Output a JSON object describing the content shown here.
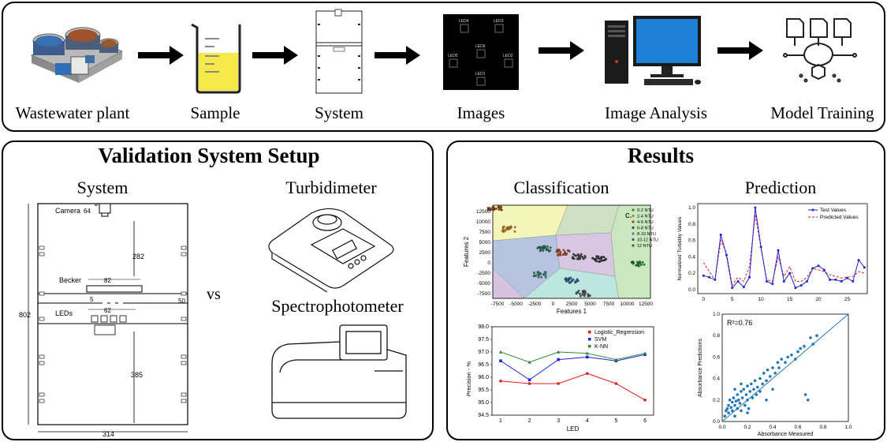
{
  "workflow": {
    "steps": [
      {
        "label": "Wastewater plant"
      },
      {
        "label": "Sample"
      },
      {
        "label": "System"
      },
      {
        "label": "Images"
      },
      {
        "label": "Image Analysis"
      },
      {
        "label": "Model Training"
      }
    ],
    "images_leds": [
      "LED4",
      "LED3",
      "LED6",
      "LED5",
      "LED2",
      "LED1"
    ]
  },
  "validation": {
    "title": "Validation System Setup",
    "system_label": "System",
    "turbidimeter_label": "Turbidimeter",
    "spectro_label": "Spectrophotometer",
    "vs": "vs",
    "dims": {
      "camera": "Camera",
      "camera_dim": "64",
      "upper_gap": "282",
      "becker": "Becker",
      "becker_dim": "82",
      "slot": "5",
      "side": "50",
      "leds": "LEDs",
      "leds_dim": "62",
      "lower_gap": "385",
      "height": "802",
      "width": "314"
    }
  },
  "results": {
    "title": "Results",
    "classification_label": "Classification",
    "prediction_label": "Prediction",
    "scatter": {
      "xlabel": "Features 1",
      "ylabel": "Features 2",
      "panel_letter": "c.",
      "xticks": [
        "-7500",
        "-5000",
        "-2500",
        "0",
        "2500",
        "5000",
        "7500",
        "10000",
        "12500"
      ],
      "yticks": [
        "12500",
        "10000",
        "7500",
        "5000",
        "2500",
        "0",
        "-2500",
        "-5000",
        "-7500"
      ],
      "legend": [
        "0-2 NTU",
        "2-4 NTU",
        "4-6 NTU",
        "6-8 NTU",
        "8-10 NTU",
        "10-12 NTU",
        "12 NTU"
      ]
    },
    "colors": {
      "logistic": "#e41a1c",
      "svm": "#1f22e0",
      "knn": "#2e8b3a",
      "test": "#2020d0",
      "predicted": "#e02020",
      "abs": "#1f77b4"
    }
  },
  "chart_data": [
    {
      "type": "line",
      "xlabel": "LED",
      "ylabel": "Precision - %",
      "x": [
        1,
        2,
        3,
        4,
        5,
        6
      ],
      "xlim": [
        1,
        6
      ],
      "ylim": [
        94.5,
        98.0
      ],
      "yticks": [
        "98.0",
        "97.5",
        "97.0",
        "96.5",
        "96.0",
        "95.5",
        "95.0",
        "94.5"
      ],
      "xticks": [
        "1",
        "2",
        "3",
        "4",
        "5",
        "6"
      ],
      "legend_position": "top-right",
      "series": [
        {
          "name": "Logistic_Regression",
          "values": [
            95.85,
            95.75,
            95.75,
            96.15,
            95.75,
            95.1
          ]
        },
        {
          "name": "SVM",
          "values": [
            96.65,
            95.9,
            96.7,
            96.8,
            96.65,
            96.9
          ]
        },
        {
          "name": "K-NN",
          "values": [
            97.0,
            96.6,
            97.0,
            96.95,
            96.7,
            96.95
          ]
        }
      ]
    },
    {
      "type": "line",
      "ylabel": "Normalized Turbidity Values",
      "xlim": [
        -1,
        28.5
      ],
      "ylim": [
        -0.05,
        1.05
      ],
      "xticks": [
        "0",
        "5",
        "10",
        "15",
        "20",
        "25"
      ],
      "yticks": [
        "1.0",
        "0.8",
        "0.6",
        "0.4",
        "0.2",
        "0.0"
      ],
      "legend_position": "top-right",
      "x": [
        0,
        1,
        2,
        3,
        4,
        5,
        6,
        7,
        8,
        9,
        10,
        11,
        12,
        13,
        14,
        15,
        16,
        17,
        18,
        19,
        20,
        21,
        22,
        23,
        24,
        25,
        26,
        27,
        28
      ],
      "series": [
        {
          "name": "Test Values",
          "values": [
            0.17,
            0.15,
            0.12,
            0.67,
            0.42,
            0.02,
            0.1,
            0.03,
            0.15,
            1.0,
            0.52,
            0.1,
            0.07,
            0.48,
            0.1,
            0.2,
            0.02,
            0.05,
            0.1,
            0.26,
            0.29,
            0.24,
            0.12,
            0.12,
            0.1,
            0.14,
            0.1,
            0.36,
            0.27
          ]
        },
        {
          "name": "Predicted Values",
          "values": [
            0.33,
            0.22,
            0.12,
            0.6,
            0.45,
            0.05,
            0.15,
            0.1,
            0.28,
            0.92,
            0.5,
            0.12,
            0.1,
            0.4,
            0.16,
            0.28,
            0.1,
            0.1,
            0.15,
            0.26,
            0.24,
            0.22,
            0.18,
            0.16,
            0.14,
            0.15,
            0.16,
            0.22,
            0.2
          ]
        }
      ]
    },
    {
      "type": "scatter",
      "xlabel": "Absorbance Measured",
      "ylabel": "Absorbance Predictions",
      "annotation": "R²=0.76",
      "xlim": [
        0,
        1
      ],
      "ylim": [
        0,
        1
      ],
      "xticks": [
        "0.0",
        "0.2",
        "0.4",
        "0.6",
        "0.8",
        "1.0"
      ],
      "yticks": [
        "1.0",
        "0.8",
        "0.6",
        "0.4",
        "0.2",
        "0.0"
      ],
      "points": [
        [
          0.02,
          0.05
        ],
        [
          0.03,
          0.1
        ],
        [
          0.04,
          0.12
        ],
        [
          0.05,
          0.15
        ],
        [
          0.05,
          0.08
        ],
        [
          0.06,
          0.2
        ],
        [
          0.07,
          0.13
        ],
        [
          0.08,
          0.18
        ],
        [
          0.08,
          0.1
        ],
        [
          0.09,
          0.22
        ],
        [
          0.1,
          0.15
        ],
        [
          0.1,
          0.05
        ],
        [
          0.11,
          0.19
        ],
        [
          0.12,
          0.25
        ],
        [
          0.12,
          0.12
        ],
        [
          0.13,
          0.2
        ],
        [
          0.14,
          0.17
        ],
        [
          0.15,
          0.28
        ],
        [
          0.15,
          0.1
        ],
        [
          0.16,
          0.22
        ],
        [
          0.17,
          0.3
        ],
        [
          0.18,
          0.15
        ],
        [
          0.19,
          0.25
        ],
        [
          0.2,
          0.2
        ],
        [
          0.2,
          0.33
        ],
        [
          0.21,
          0.12
        ],
        [
          0.22,
          0.28
        ],
        [
          0.23,
          0.35
        ],
        [
          0.24,
          0.22
        ],
        [
          0.25,
          0.3
        ],
        [
          0.26,
          0.38
        ],
        [
          0.27,
          0.25
        ],
        [
          0.28,
          0.32
        ],
        [
          0.3,
          0.4
        ],
        [
          0.3,
          0.28
        ],
        [
          0.32,
          0.35
        ],
        [
          0.33,
          0.45
        ],
        [
          0.35,
          0.38
        ],
        [
          0.36,
          0.48
        ],
        [
          0.38,
          0.42
        ],
        [
          0.4,
          0.5
        ],
        [
          0.42,
          0.45
        ],
        [
          0.44,
          0.55
        ],
        [
          0.45,
          0.5
        ],
        [
          0.47,
          0.58
        ],
        [
          0.5,
          0.55
        ],
        [
          0.52,
          0.6
        ],
        [
          0.55,
          0.62
        ],
        [
          0.58,
          0.58
        ],
        [
          0.6,
          0.65
        ],
        [
          0.62,
          0.68
        ],
        [
          0.65,
          0.7
        ],
        [
          0.66,
          0.25
        ],
        [
          0.68,
          0.2
        ],
        [
          0.7,
          0.78
        ],
        [
          0.72,
          0.72
        ],
        [
          0.75,
          0.8
        ],
        [
          0.1,
          0.3
        ],
        [
          0.15,
          0.35
        ],
        [
          0.2,
          0.08
        ],
        [
          0.35,
          0.2
        ],
        [
          0.4,
          0.3
        ]
      ],
      "fit_line": [
        [
          0,
          0
        ],
        [
          1,
          1
        ]
      ]
    }
  ]
}
